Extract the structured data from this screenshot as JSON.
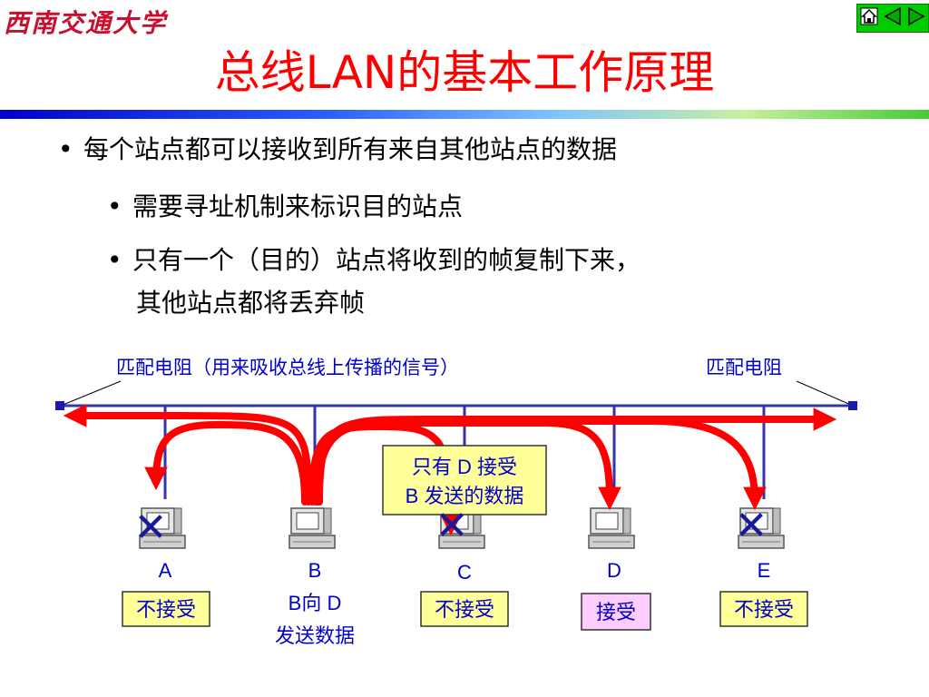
{
  "header": {
    "logo_text": "西南交通大学",
    "title": "总线LAN的基本工作原理",
    "nav_icons": [
      "home-icon",
      "prev-arrow-icon",
      "next-arrow-icon"
    ]
  },
  "bullets": {
    "b1": "每个站点都可以接收到所有来自其他站点的数据",
    "b2": "需要寻址机制来标识目的站点",
    "b3_line1": "只有一个（目的）站点将收到的帧复制下来，",
    "b3_line2": "其他站点都将丢弃帧",
    "marker": "•"
  },
  "diagram": {
    "terminator_left_label": "匹配电阻（用来吸收总线上传播的信号）",
    "terminator_right_label": "匹配电阻",
    "callout_line1": "只有 D 接受",
    "callout_line2": "B 发送的数据",
    "stations": [
      {
        "id": "A",
        "status": "不接受"
      },
      {
        "id": "B",
        "note_line1": "B向 D",
        "note_line2": "发送数据"
      },
      {
        "id": "C",
        "status": "不接受"
      },
      {
        "id": "D",
        "status": "接受"
      },
      {
        "id": "E",
        "status": "不接受"
      }
    ],
    "reject_mark": "✕",
    "colors": {
      "bus": "#3333aa",
      "signal": "#ff0000",
      "label_text": "#0000cc",
      "reject_box": "#ffff99",
      "accept_box": "#ffccff"
    }
  }
}
